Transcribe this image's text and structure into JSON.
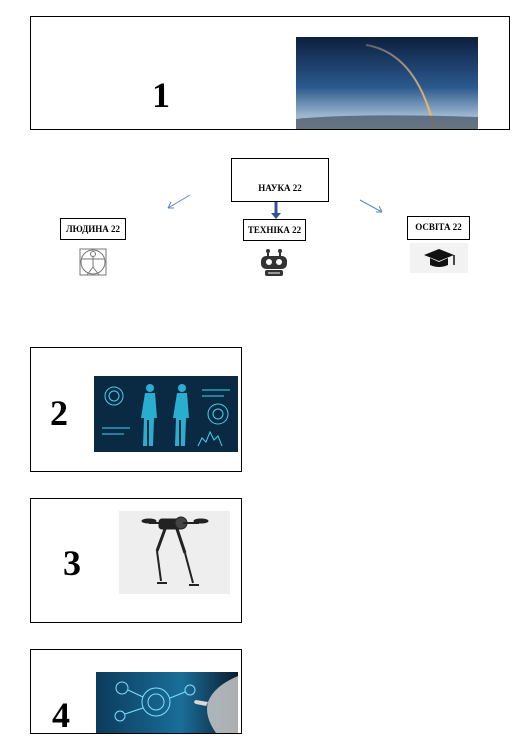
{
  "section1": {
    "number": "1"
  },
  "diagram": {
    "center": "НАУКА 22",
    "left": "ЛЮДИНА 22",
    "middle": "ТЕХНІКА 22",
    "right": "ОСВІТА 22"
  },
  "section2": {
    "number": "2"
  },
  "section3": {
    "number": "3"
  },
  "section4": {
    "number": "4"
  }
}
